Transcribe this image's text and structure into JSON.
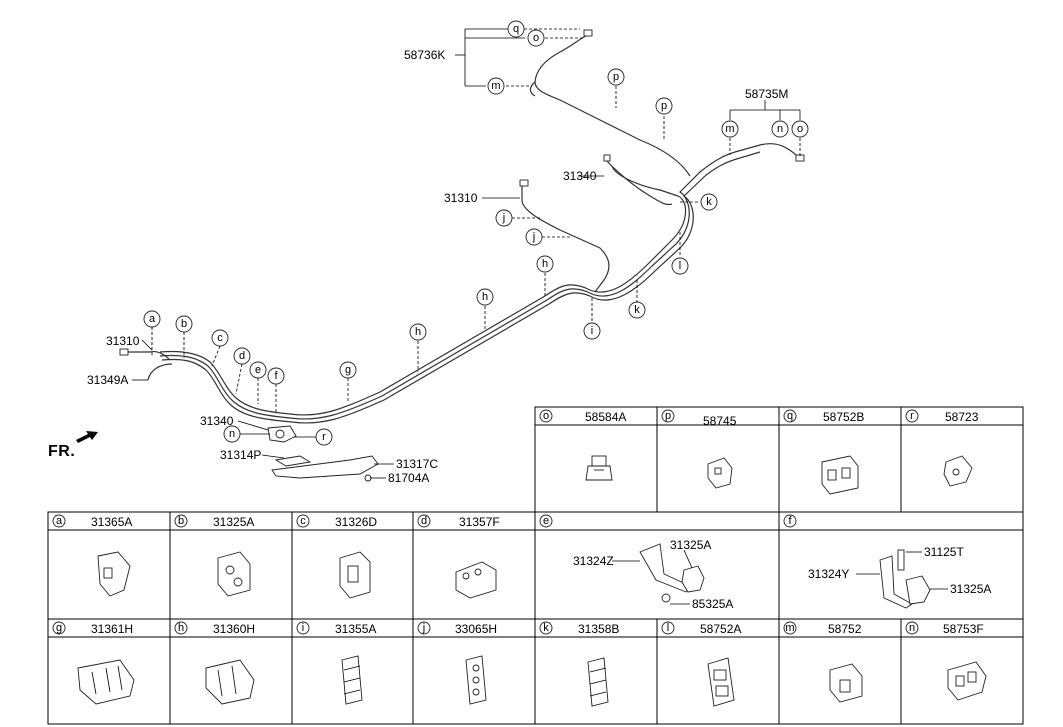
{
  "front_marker": "FR.",
  "part_numbers": {
    "p58736K": "58736K",
    "p58735M": "58735M",
    "p31340_top": "31340",
    "p31310_top": "31310",
    "p31310_left": "31310",
    "p31349A": "31349A",
    "p31340_bottom": "31340",
    "p31314P": "31314P",
    "p31317C": "31317C",
    "p81704A": "81704A"
  },
  "callouts": [
    "a",
    "b",
    "c",
    "d",
    "e",
    "f",
    "g",
    "h",
    "i",
    "j",
    "k",
    "l",
    "m",
    "n",
    "o",
    "p",
    "q",
    "r"
  ],
  "legend_top": [
    {
      "letter": "o",
      "part": "58584A"
    },
    {
      "letter": "p",
      "part": "58745"
    },
    {
      "letter": "q",
      "part": "58752B"
    },
    {
      "letter": "r",
      "part": "58723"
    }
  ],
  "legend_mid": [
    {
      "letter": "a",
      "part": "31365A"
    },
    {
      "letter": "b",
      "part": "31325A"
    },
    {
      "letter": "c",
      "part": "31326D"
    },
    {
      "letter": "d",
      "part": "31357F"
    },
    {
      "letter": "e",
      "part": ""
    },
    {
      "letter": "f",
      "part": ""
    }
  ],
  "legend_e_parts": {
    "a": "31325A",
    "b": "31324Z",
    "c": "85325A"
  },
  "legend_f_parts": {
    "a": "31125T",
    "b": "31324Y",
    "c": "31325A"
  },
  "legend_bottom": [
    {
      "letter": "g",
      "part": "31361H"
    },
    {
      "letter": "h",
      "part": "31360H"
    },
    {
      "letter": "i",
      "part": "31355A"
    },
    {
      "letter": "j",
      "part": "33065H"
    },
    {
      "letter": "k",
      "part": "31358B"
    },
    {
      "letter": "l",
      "part": "58752A"
    },
    {
      "letter": "m",
      "part": "58752"
    },
    {
      "letter": "n",
      "part": "58753F"
    }
  ]
}
